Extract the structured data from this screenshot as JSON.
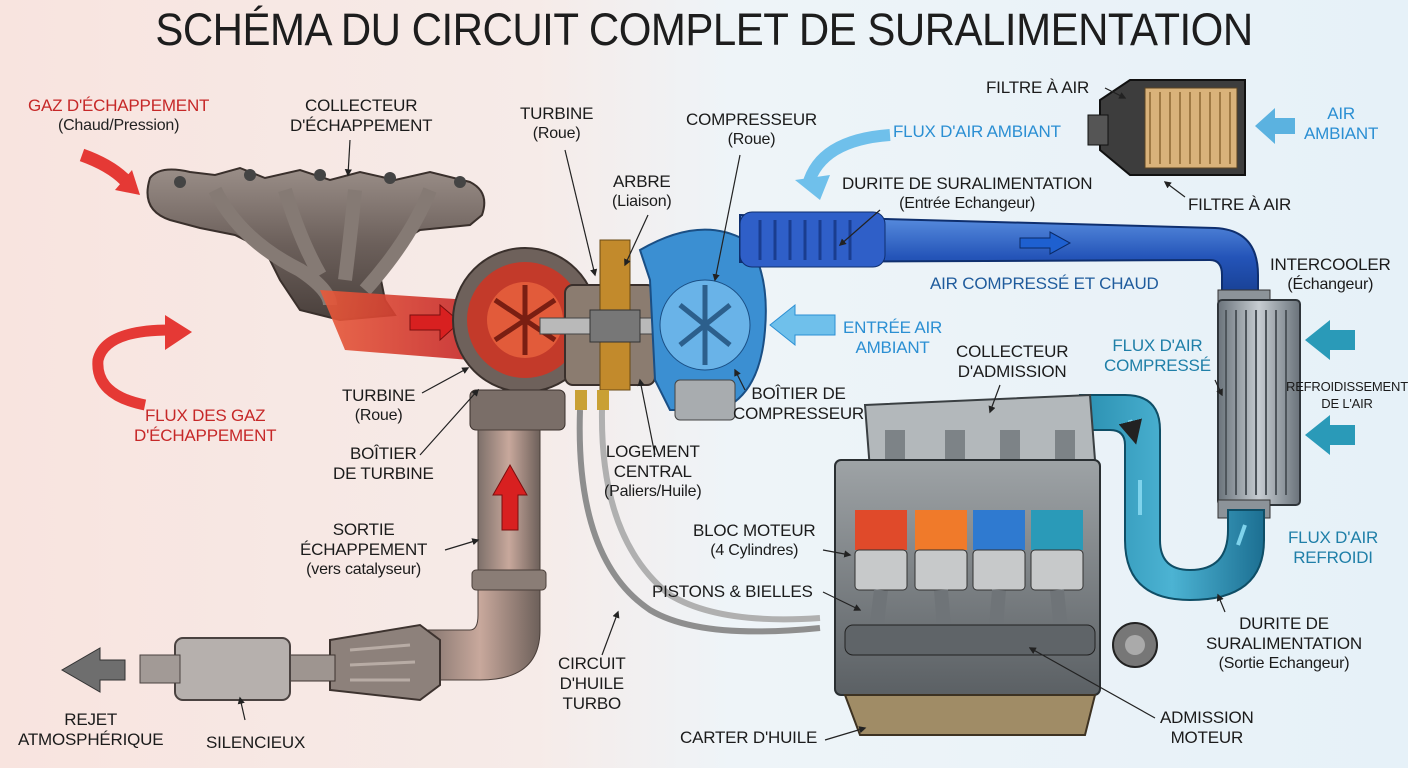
{
  "title": "SCHÉMA DU CIRCUIT COMPLET DE SURALIMENTATION",
  "colors": {
    "exhaust": "#c62828",
    "ambient_air": "#2b8fd3",
    "compressed_hot": "#1f5b9c",
    "cooled_air": "#1f7fa8"
  },
  "labels": {
    "gaz_echappement": [
      "GAZ D'ÉCHAPPEMENT",
      "(Chaud/Pression)"
    ],
    "collecteur_echappement": [
      "COLLECTEUR",
      "D'ÉCHAPPEMENT"
    ],
    "turbine_roue_top": [
      "TURBINE",
      "(Roue)"
    ],
    "arbre": [
      "ARBRE",
      "(Liaison)"
    ],
    "compresseur_roue": [
      "COMPRESSEUR",
      "(Roue)"
    ],
    "flux_air_ambiant": "FLUX D'AIR AMBIANT",
    "filtre_air_top": "FILTRE À AIR",
    "filtre_air_bottom": "FILTRE À AIR",
    "air_ambiant": [
      "AIR",
      "AMBIANT"
    ],
    "durite_entree": [
      "DURITE DE SURALIMENTATION",
      "(Entrée Echangeur)"
    ],
    "air_compresse_chaud": "AIR COMPRESSÉ ET CHAUD",
    "intercooler": [
      "INTERCOOLER",
      "(Échangeur)"
    ],
    "flux_air_compresse": [
      "FLUX D'AIR",
      "COMPRESSÉ"
    ],
    "refroidissement": [
      "REFROIDISSEMENT",
      "DE L'AIR"
    ],
    "entree_air_ambiant": [
      "ENTRÉE AIR",
      "AMBIANT"
    ],
    "collecteur_admission": [
      "COLLECTEUR",
      "D'ADMISSION"
    ],
    "flux_gaz": [
      "FLUX DES GAZ",
      "D'ÉCHAPPEMENT"
    ],
    "turbine_roue_left": [
      "TURBINE",
      "(Roue)"
    ],
    "boitier_turbine": [
      "BOÎTIER",
      "DE TURBINE"
    ],
    "boitier_compresseur": [
      "BOÎTIER DE",
      "COMPRESSEUR"
    ],
    "logement_central": [
      "LOGEMENT",
      "CENTRAL",
      "(Paliers/Huile)"
    ],
    "sortie_echappement": [
      "SORTIE",
      "ÉCHAPPEMENT",
      "(vers catalyseur)"
    ],
    "bloc_moteur": [
      "BLOC MOTEUR",
      "(4 Cylindres)"
    ],
    "pistons_bielles": "PISTONS & BIELLES",
    "flux_air_refroidi": [
      "FLUX D'AIR",
      "REFROIDI"
    ],
    "durite_sortie": [
      "DURITE DE",
      "SURALIMENTATION",
      "(Sortie Echangeur)"
    ],
    "circuit_huile": [
      "CIRCUIT",
      "D'HUILE",
      "TURBO"
    ],
    "rejet": [
      "REJET",
      "ATMOSPHÉRIQUE"
    ],
    "silencieux": "SILENCIEUX",
    "carter_huile": "CARTER D'HUILE",
    "admission_moteur": [
      "ADMISSION",
      "MOTEUR"
    ]
  }
}
